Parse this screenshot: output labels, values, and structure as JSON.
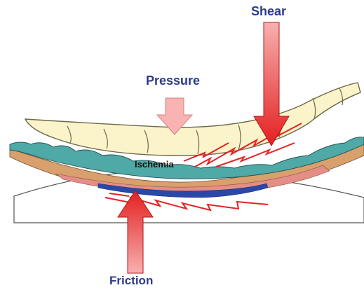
{
  "labels": {
    "shear": "Shear",
    "pressure": "Pressure",
    "ischemia": "Ischemia",
    "friction": "Friction"
  },
  "colors": {
    "label_blue": "#2d3a8c",
    "label_black": "#111111",
    "arrow_red": "#ee2a2a",
    "arrow_pink": "#f9b3b3",
    "bone": "#fbf3c9",
    "skin_teal": "#4fa9a6",
    "tissue_tan": "#d8a06c",
    "dermis_pink": "#e58e86",
    "vessel_blue": "#2a48a8",
    "lightning_red": "#e52222"
  },
  "icons": {
    "shear_force": "arrow-down-icon",
    "pressure_force": "arrow-down-icon",
    "friction_force": "arrow-up-icon"
  }
}
